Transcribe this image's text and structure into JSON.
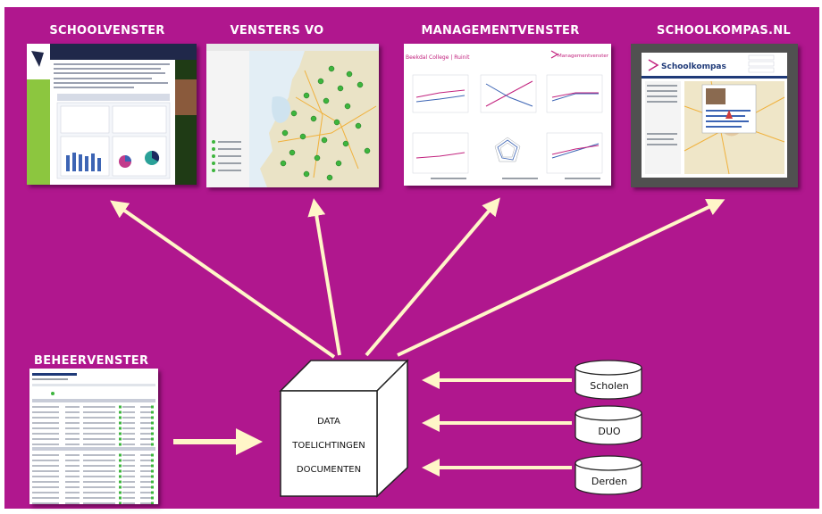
{
  "colors": {
    "background": "#b0178e",
    "arrow": "#fff6c8",
    "box": "#ffffff"
  },
  "thumbnails": [
    {
      "key": "schoolvenster",
      "title": "SCHOOLVENSTER"
    },
    {
      "key": "vensters_vo",
      "title": "VENSTERS VO"
    },
    {
      "key": "managementvenster",
      "title": "MANAGEMENTVENSTER"
    },
    {
      "key": "schoolkompas",
      "title": "SCHOOLKOMPAS.NL"
    }
  ],
  "beheervenster": {
    "title": "BEHEERVENSTER"
  },
  "cube": {
    "lines": [
      "DATA",
      "TOELICHTINGEN",
      "DOCUMENTEN"
    ]
  },
  "sources": [
    {
      "label": "Scholen"
    },
    {
      "label": "DUO"
    },
    {
      "label": "Derden"
    }
  ],
  "screenshot_text": {
    "management_title": "Managementvenster",
    "management_college": "Beekdal College | Ruinit",
    "schoolkompas_logo": "Schoolkompas"
  }
}
